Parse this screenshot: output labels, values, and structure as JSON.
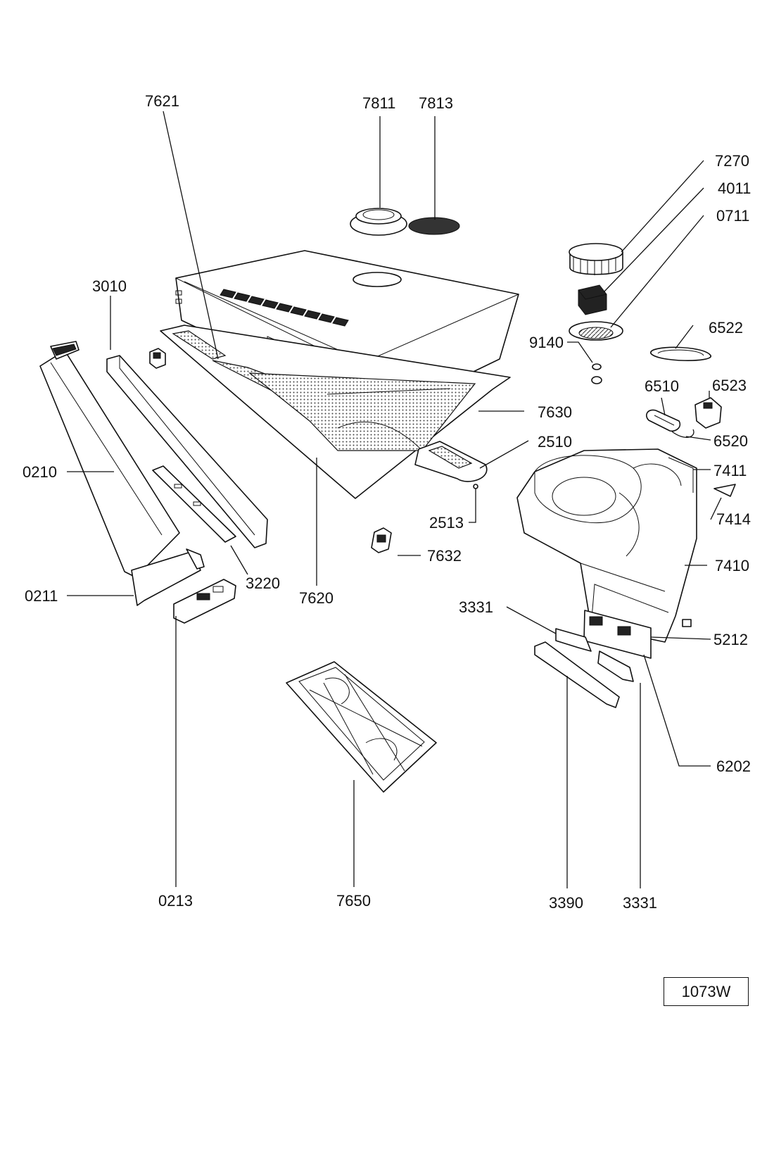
{
  "doc_code": "1073W",
  "labels": {
    "p7621": "7621",
    "p7811": "7811",
    "p7813": "7813",
    "p7270": "7270",
    "p4011": "4011",
    "p0711": "0711",
    "p3010": "3010",
    "p6522": "6522",
    "p9140": "9140",
    "p6510": "6510",
    "p6523": "6523",
    "p7630": "7630",
    "p2510": "2510",
    "p6520": "6520",
    "p0210": "0210",
    "p7411": "7411",
    "p7414": "7414",
    "p2513": "2513",
    "p7632": "7632",
    "p7410": "7410",
    "p3220": "3220",
    "p0211": "0211",
    "p7620": "7620",
    "p3331a": "3331",
    "p5212": "5212",
    "p6202": "6202",
    "p0213": "0213",
    "p7650": "7650",
    "p3390": "3390",
    "p3331b": "3331"
  }
}
